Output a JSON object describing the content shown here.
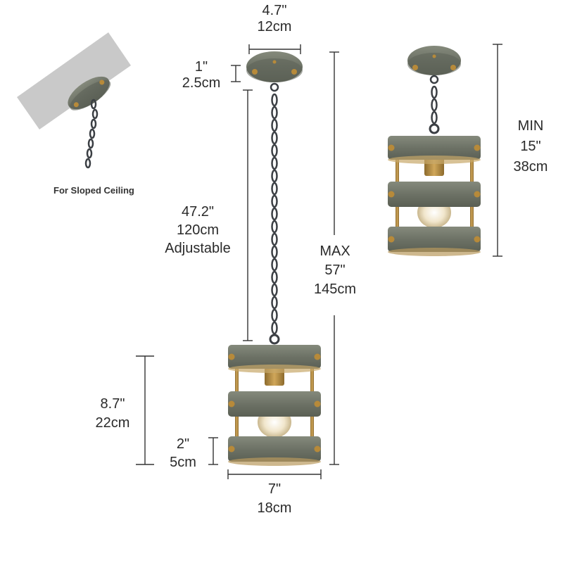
{
  "colors": {
    "wood": "#6f7567",
    "wood_dark": "#4f5449",
    "wood_light": "#8b9083",
    "brass": "#b78a3a",
    "chain": "#3b3f44",
    "dim_line": "#333333",
    "slope_panel": "#c9c9c9",
    "bulb_glow": "#e9d6a8"
  },
  "slope_note": "For Sloped Ceiling",
  "canopy_width": {
    "imperial": "4.7\"",
    "metric": "12cm"
  },
  "canopy_height": {
    "imperial": "1\"",
    "metric": "2.5cm"
  },
  "chain_length": {
    "imperial": "47.2\"",
    "metric": "120cm",
    "note": "Adjustable"
  },
  "max_height": {
    "label": "MAX",
    "imperial": "57\"",
    "metric": "145cm"
  },
  "min_height": {
    "label": "MIN",
    "imperial": "15\"",
    "metric": "38cm"
  },
  "shade_height": {
    "imperial": "8.7\"",
    "metric": "22cm"
  },
  "band_height": {
    "imperial": "2\"",
    "metric": "5cm"
  },
  "shade_width": {
    "imperial": "7\"",
    "metric": "18cm"
  }
}
